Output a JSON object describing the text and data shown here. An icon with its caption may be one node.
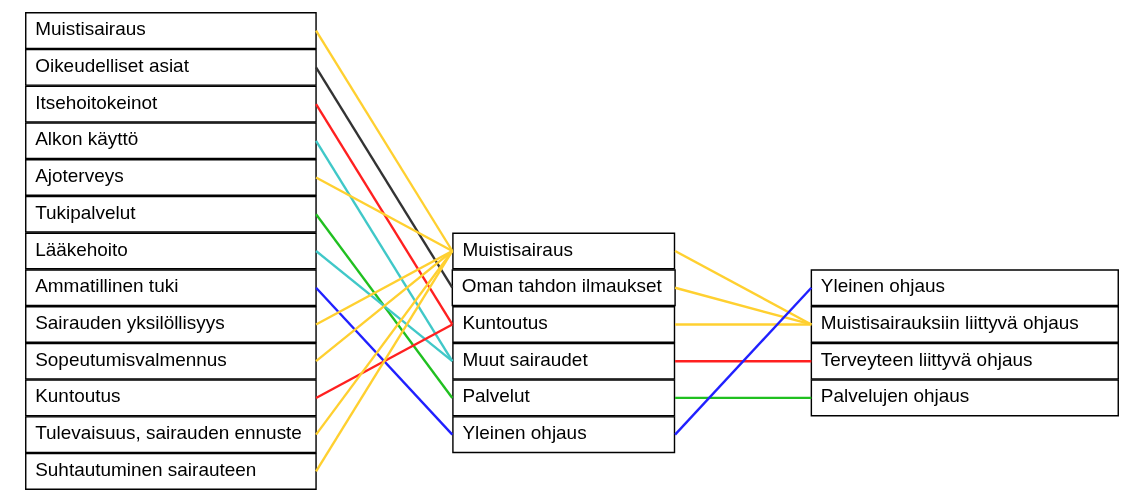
{
  "diagram": {
    "nodes": [
      {
        "text": [
          "Muistisairaus"
        ]
      },
      {
        "text": [
          "Oikeudelliset asiat"
        ]
      },
      {
        "text": [
          "Itsehoitokeinot"
        ]
      },
      {
        "text": [
          "Alkon käyttö"
        ]
      },
      {
        "text": [
          "Ajoterveys"
        ]
      },
      {
        "text": [
          "Tukipalvelut"
        ]
      },
      {
        "text": [
          "Lääkehoito"
        ]
      },
      {
        "text": [
          "Ammatillinen tuki"
        ]
      },
      {
        "text": [
          "Sairauden yksilöllisyys"
        ]
      },
      {
        "text": [
          "Sopeutumisvalmennus"
        ]
      },
      {
        "text": [
          "Kuntoutus"
        ]
      },
      {
        "text": [
          "Tulevaisuus, sairauden ennuste"
        ]
      },
      {
        "text": [
          "Suhtautuminen sairauteen"
        ]
      },
      {
        "text": [
          "Muistisairaus"
        ]
      },
      {
        "text": [
          "Oman tahdon ilmaukset"
        ]
      },
      {
        "text": [
          "Kuntoutus"
        ]
      },
      {
        "text": [
          "Muut sairaudet"
        ]
      },
      {
        "text": [
          "Palvelut"
        ]
      },
      {
        "text": [
          "Yleinen ohjaus"
        ]
      },
      {
        "text": [
          "Yleinen ohjaus"
        ]
      },
      {
        "text": [
          "Muistisairauksiin liittyvä ohjaus"
        ]
      },
      {
        "text": [
          "Terveyteen liittyvä ohjaus"
        ]
      },
      {
        "text": [
          "Palvelujen ohjaus"
        ]
      }
    ],
    "edges": [
      {
        "from": 0,
        "to": 13,
        "arrow": "none"
      },
      {
        "from": 1,
        "to": 14,
        "arrow": "none",
        "color": "#333333"
      },
      {
        "from": 2,
        "to": 15,
        "arrow": "none",
        "color": "#ff2020"
      },
      {
        "from": 3,
        "to": 16,
        "arrow": "none",
        "color": "#40c8c8"
      },
      {
        "from": 4,
        "to": 13,
        "arrow": "none"
      },
      {
        "from": 5,
        "to": 17,
        "arrow": "none",
        "color": "#20c020"
      },
      {
        "from": 6,
        "to": 16,
        "arrow": "none",
        "color": "#40c8c8"
      },
      {
        "from": 7,
        "to": 18,
        "arrow": "none",
        "color": "#2020ff"
      },
      {
        "from": 8,
        "to": 13,
        "arrow": "none"
      },
      {
        "from": 9,
        "to": 13,
        "arrow": "none"
      },
      {
        "from": 10,
        "to": 15,
        "arrow": "none",
        "color": "#ff2020"
      },
      {
        "from": 11,
        "to": 13,
        "arrow": "none"
      },
      {
        "from": 12,
        "to": 13,
        "arrow": "none"
      },
      {
        "from": 13,
        "to": 20,
        "arrow": "none"
      },
      {
        "from": 14,
        "to": 20,
        "arrow": "none"
      },
      {
        "from": 15,
        "to": 20,
        "arrow": "none"
      },
      {
        "from": 16,
        "to": 21,
        "arrow": "none",
        "color": "#ff2020"
      },
      {
        "from": 17,
        "to": 22,
        "arrow": "none",
        "color": "#20c020"
      },
      {
        "from": 18,
        "to": 19,
        "arrow": "none",
        "color": "#2020ff"
      }
    ]
  }
}
